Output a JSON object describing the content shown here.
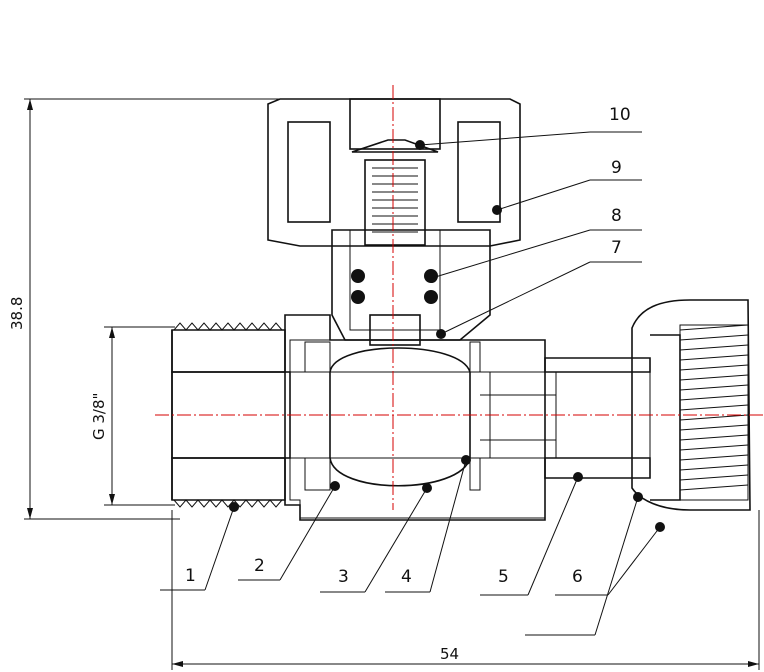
{
  "dimensions": {
    "height": "38.8",
    "thread": "G 3/8\"",
    "width": "54"
  },
  "callouts": [
    {
      "number": "1"
    },
    {
      "number": "2"
    },
    {
      "number": "3"
    },
    {
      "number": "4"
    },
    {
      "number": "5"
    },
    {
      "number": "6"
    },
    {
      "number": "7"
    },
    {
      "number": "8"
    },
    {
      "number": "9"
    },
    {
      "number": "10"
    }
  ]
}
